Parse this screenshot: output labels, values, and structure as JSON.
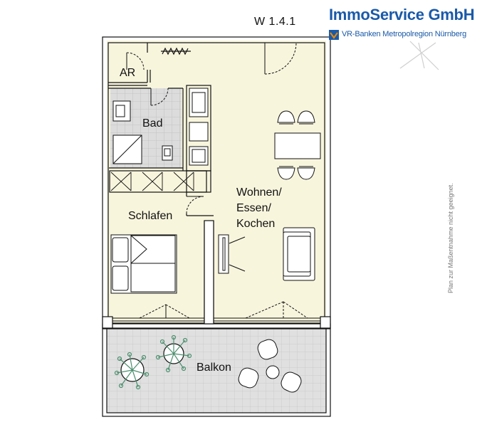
{
  "unit_label": "W 1.4.1",
  "brand": {
    "name": "ImmoService GmbH",
    "subtitle": "VR-Banken Metropolregion Nürnberg",
    "color": "#1a5aa8",
    "logo_icon": "vr-bank-logo-icon"
  },
  "disclaimer": "Plan zur Maßentnahme nicht geeignet.",
  "rooms": {
    "ar": "AR",
    "bad": "Bad",
    "schlafen": "Schlafen",
    "wohnen": "Wohnen/\nEssen/\nKochen",
    "balkon": "Balkon"
  },
  "colors": {
    "floor": "#f8f5dd",
    "bath_tile": "#dcdcdc",
    "balcony_tile": "#e0e0e0",
    "wall": "#111111"
  }
}
